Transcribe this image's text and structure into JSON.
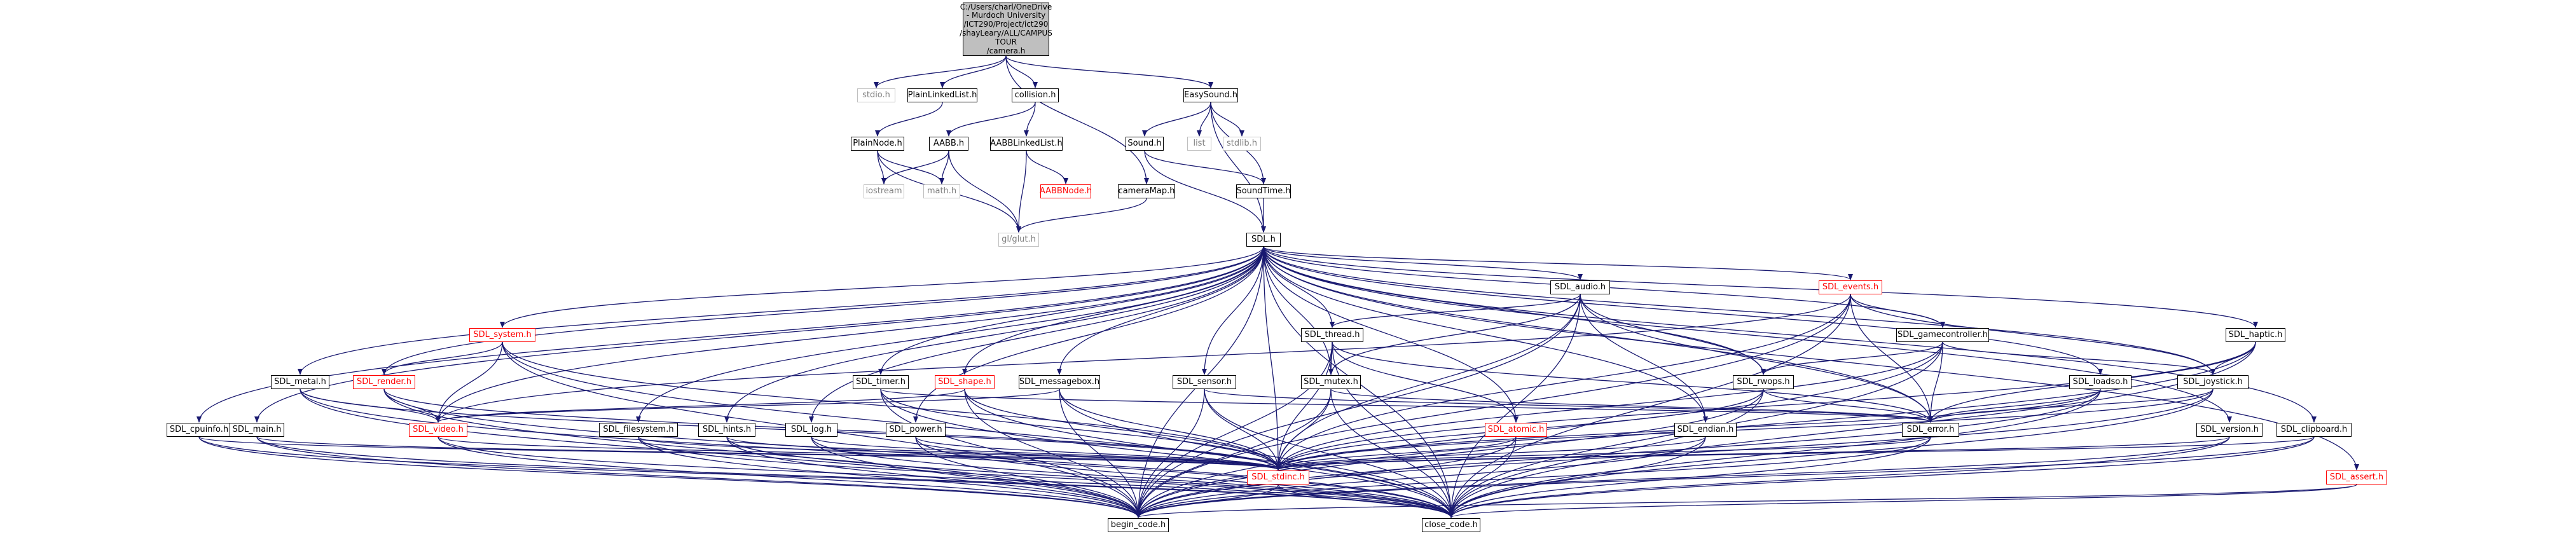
{
  "nodes": {
    "camera_h": "C:/Users/charl/OneDrive\n- Murdoch University\n/ICT290/Project/ict290\n/shayLeary/ALL/CAMPUS TOUR\n/camera.h",
    "stdio_h": "stdio.h",
    "PlainLinkedList_h": "PlainLinkedList.h",
    "collision_h": "collision.h",
    "EasySound_h": "EasySound.h",
    "PlainNode_h": "PlainNode.h",
    "AABB_h": "AABB.h",
    "AABBLinkedList_h": "AABBLinkedList.h",
    "Sound_h": "Sound.h",
    "list": "list",
    "stdlib_h": "stdlib.h",
    "iostream": "iostream",
    "math_h": "math.h",
    "AABBNode_h": "AABBNode.h",
    "cameraMap_h": "cameraMap.h",
    "SoundTime_h": "SoundTime.h",
    "gl_glut_h": "gl/glut.h",
    "SDL_h": "SDL.h",
    "SDL_audio_h": "SDL_audio.h",
    "SDL_events_h": "SDL_events.h",
    "SDL_system_h": "SDL_system.h",
    "SDL_thread_h": "SDL_thread.h",
    "SDL_gamecontroller_h": "SDL_gamecontroller.h",
    "SDL_haptic_h": "SDL_haptic.h",
    "SDL_timer_h": "SDL_timer.h",
    "SDL_shape_h": "SDL_shape.h",
    "SDL_messagebox_h": "SDL_messagebox.h",
    "SDL_sensor_h": "SDL_sensor.h",
    "SDL_mutex_h": "SDL_mutex.h",
    "SDL_rwops_h": "SDL_rwops.h",
    "SDL_loadso_h": "SDL_loadso.h",
    "SDL_joystick_h": "SDL_joystick.h",
    "SDL_metal_h": "SDL_metal.h",
    "SDL_render_h": "SDL_render.h",
    "SDL_cpuinfo_h": "SDL_cpuinfo.h",
    "SDL_video_h": "SDL_video.h",
    "SDL_main_h": "SDL_main.h",
    "SDL_filesystem_h": "SDL_filesystem.h",
    "SDL_hints_h": "SDL_hints.h",
    "SDL_log_h": "SDL_log.h",
    "SDL_power_h": "SDL_power.h",
    "SDL_atomic_h": "SDL_atomic.h",
    "SDL_endian_h": "SDL_endian.h",
    "SDL_error_h": "SDL_error.h",
    "SDL_version_h": "SDL_version.h",
    "SDL_clipboard_h": "SDL_clipboard.h",
    "SDL_stdinc_h": "SDL_stdinc.h",
    "SDL_assert_h": "SDL_assert.h",
    "begin_code_h": "begin_code.h",
    "close_code_h": "close_code.h"
  },
  "colors": {
    "edge": "#191970",
    "root_fill": "#bfbfbf",
    "missing_border": "#ff0000",
    "external_border": "#bfbfbf",
    "external_text": "#808080"
  }
}
